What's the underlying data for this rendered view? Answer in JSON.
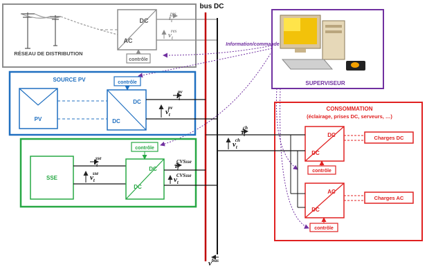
{
  "colors": {
    "grid": "#8c8c8c",
    "pv": "#1f6fc0",
    "sse": "#27a844",
    "cons": "#e02020",
    "superviseur": "#7030a0",
    "bus": "#c00000",
    "info": "#7030a0"
  },
  "bus": {
    "label": "bus DC",
    "v_sym": "v",
    "v_sup": "bus"
  },
  "reseau": {
    "title": "RÉSEAU DE DISTRIBUTION",
    "conv_top": "DC",
    "conv_bottom": "AC",
    "controle": "contrôle",
    "i_sym": "i",
    "i_sub": "t",
    "i_sup": "res",
    "v_sym": "v",
    "v_sub": "t",
    "v_sup": "res"
  },
  "info_label": "Information/commande",
  "superviseur": {
    "title": "SUPERVISEUR"
  },
  "pv": {
    "title": "SOURCE PV",
    "panel": "PV",
    "conv_bottom": "DC",
    "conv_right": "DC",
    "controle": "contrôle",
    "i_sym": "i",
    "i_sub": "t",
    "i_sup": "pv",
    "v_sym": "v",
    "v_sub": "t",
    "v_sup": "pv"
  },
  "sse": {
    "block": "SSE",
    "conv_right": "DC",
    "conv_bottom": "DC",
    "controle": "contrôle",
    "i_sym": "i",
    "i_sub": "t",
    "i_sup": "sse",
    "v_sym": "v",
    "v_sub": "t",
    "v_sup": "sse",
    "i2_sym": "i",
    "i2_sub": "t",
    "i2_sup": "CVSsse",
    "v2_sym": "v",
    "v2_sub": "t",
    "v2_sup": "CVSsse"
  },
  "cons": {
    "title": "CONSOMMATION",
    "subtitle": "(éclairage, prises DC, serveurs, …)",
    "conv1_top": "DC",
    "conv1_bottom": "DC",
    "conv2_top": "AC",
    "conv2_bottom": "DC",
    "controle1": "contrôle",
    "controle2": "contrôle",
    "charges_dc": "Charges DC",
    "charges_ac": "Charges AC",
    "i_sym": "i",
    "i_sub": "t",
    "i_sup": "ch",
    "v_sym": "v",
    "v_sub": "t",
    "v_sup": "ch"
  }
}
